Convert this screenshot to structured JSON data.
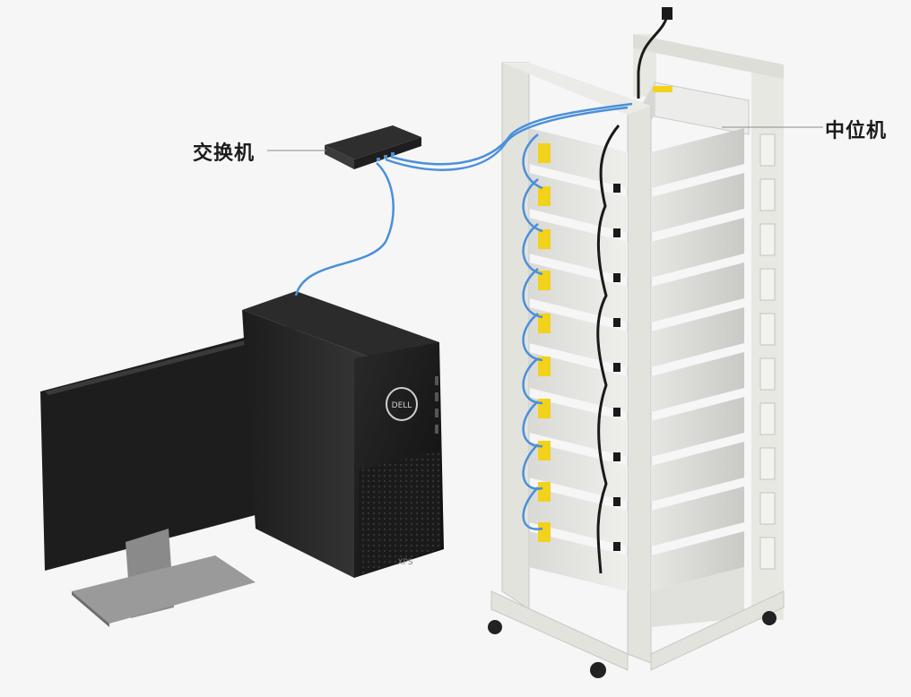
{
  "labels": {
    "switch": "交换机",
    "host": "中位机"
  },
  "monitor_brand": "DELL",
  "tower_model": "XPS",
  "colors": {
    "background": "#f6f6f7",
    "rack_frame": "#e3e3de",
    "cable": "#4a90d9",
    "warning_label": "#f2d21b",
    "pc_body": "#161616"
  }
}
